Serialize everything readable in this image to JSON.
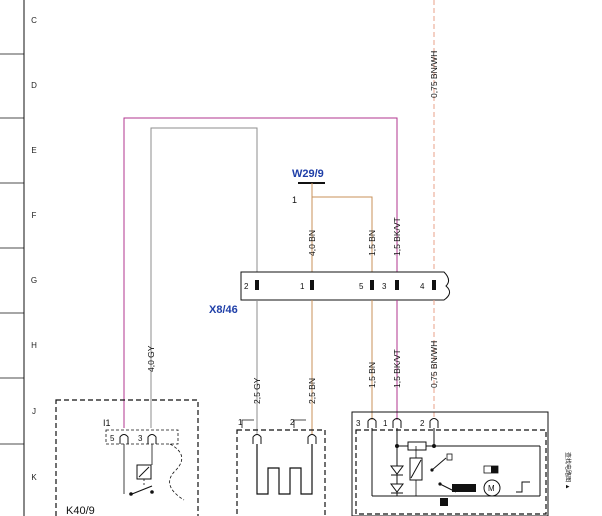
{
  "colors": {
    "violet": "#b0368f",
    "gray": "#8c8c8c",
    "brown": "#c8925a",
    "pink_dashed": "#e8a088",
    "label_blue": "#1f3fa8",
    "black": "#111111"
  },
  "grid_rows": [
    "C",
    "D",
    "E",
    "F",
    "G",
    "H",
    "J",
    "K"
  ],
  "ground_point": {
    "ref": "W29/9",
    "pin": "1"
  },
  "connector_x846": {
    "ref": "X8/46",
    "pins": [
      "2",
      "1",
      "5",
      "3",
      "4"
    ]
  },
  "wires": {
    "top_right": "0,75 BN/WH",
    "upper_w1": "4,0 BN",
    "upper_w5": "1,5 BN",
    "upper_w3": "1,5 BK/VT",
    "left_gy": "4,0 GY",
    "lower_gy": "2,5 GY",
    "lower_bn": "2,5 BN",
    "lower_w5": "1,5 BN",
    "lower_w3": "1,5 BK/VT",
    "lower_w4": "0,75 BN/WH"
  },
  "component_k409": {
    "ref": "K40/9",
    "connector": "I1",
    "pins": [
      "5",
      "3"
    ]
  },
  "heater": {
    "pins": [
      "1",
      "2"
    ]
  },
  "module_right": {
    "pins": [
      "3",
      "1",
      "2"
    ]
  },
  "side_note": "查找电路图 ▲"
}
